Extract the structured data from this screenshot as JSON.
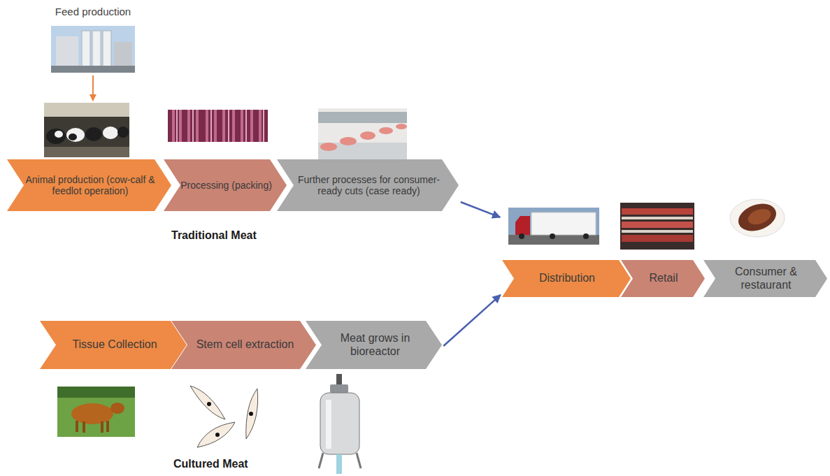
{
  "diagram": {
    "nodes": [
      {
        "text": [
          "Feed production"
        ]
      },
      {
        "text": [
          "Animal production (cow-calf & feedlot operation)"
        ]
      },
      {
        "text": [
          "Processing (packing)"
        ]
      },
      {
        "text": [
          "Further processes for consumer-ready cuts (case ready)"
        ]
      },
      {
        "text": [
          "Distribution"
        ]
      },
      {
        "text": [
          "Retail"
        ]
      },
      {
        "text": [
          "Consumer & restaurant"
        ]
      },
      {
        "text": [
          "Tissue Collection"
        ]
      },
      {
        "text": [
          "Stem cell extraction"
        ]
      },
      {
        "text": [
          "Meat grows in bioreactor"
        ]
      }
    ],
    "edges": [
      {
        "from": 0,
        "to": 1,
        "arrow": "to"
      },
      {
        "from": 3,
        "to": 4,
        "arrow": "to"
      },
      {
        "from": 9,
        "to": 4,
        "arrow": "to"
      }
    ],
    "labels": [
      "Traditional Meat",
      "Cultured Meat"
    ]
  }
}
